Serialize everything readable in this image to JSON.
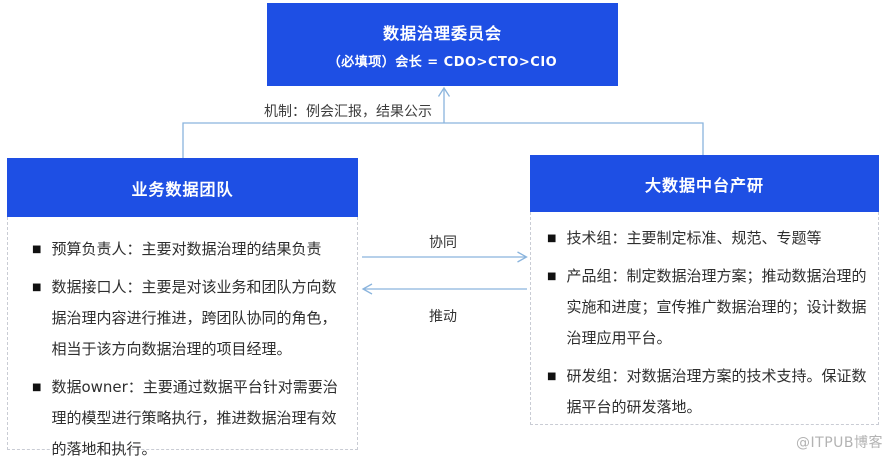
{
  "committee": {
    "title": "数据治理委员会",
    "subtitle": "（必填项）会长 = CDO>CTO>CIO"
  },
  "labels": {
    "mechanism": "机制：例会汇报，结果公示",
    "collaborate": "协同",
    "push": "推动"
  },
  "left_panel": {
    "title": "业务数据团队",
    "bullets": [
      "预算负责人：主要对数据治理的结果负责",
      "数据接口人：主要是对该业务和团队方向数据治理内容进行推进，跨团队协同的角色，相当于该方向数据治理的项目经理。",
      "数据owner：主要通过数据平台针对需要治理的模型进行策略执行，推进数据治理有效的落地和执行。"
    ]
  },
  "right_panel": {
    "title": "大数据中台产研",
    "bullets": [
      "技术组：主要制定标准、规范、专题等",
      "产品组：制定数据治理方案；推动数据治理的实施和进度；宣传推广数据治理的；设计数据治理应用平台。",
      "研发组：对数据治理方案的技术支持。保证数据平台的研发落地。"
    ]
  },
  "watermark": "@ITPUB博客",
  "ui": {
    "bullet_glyph": "■"
  },
  "colors": {
    "header_blue": "#1e4fe4",
    "connector": "#8ab4dd",
    "dash_border": "#c9ccd4",
    "text": "#2e2e2e",
    "watermark": "#b3b3b3"
  }
}
